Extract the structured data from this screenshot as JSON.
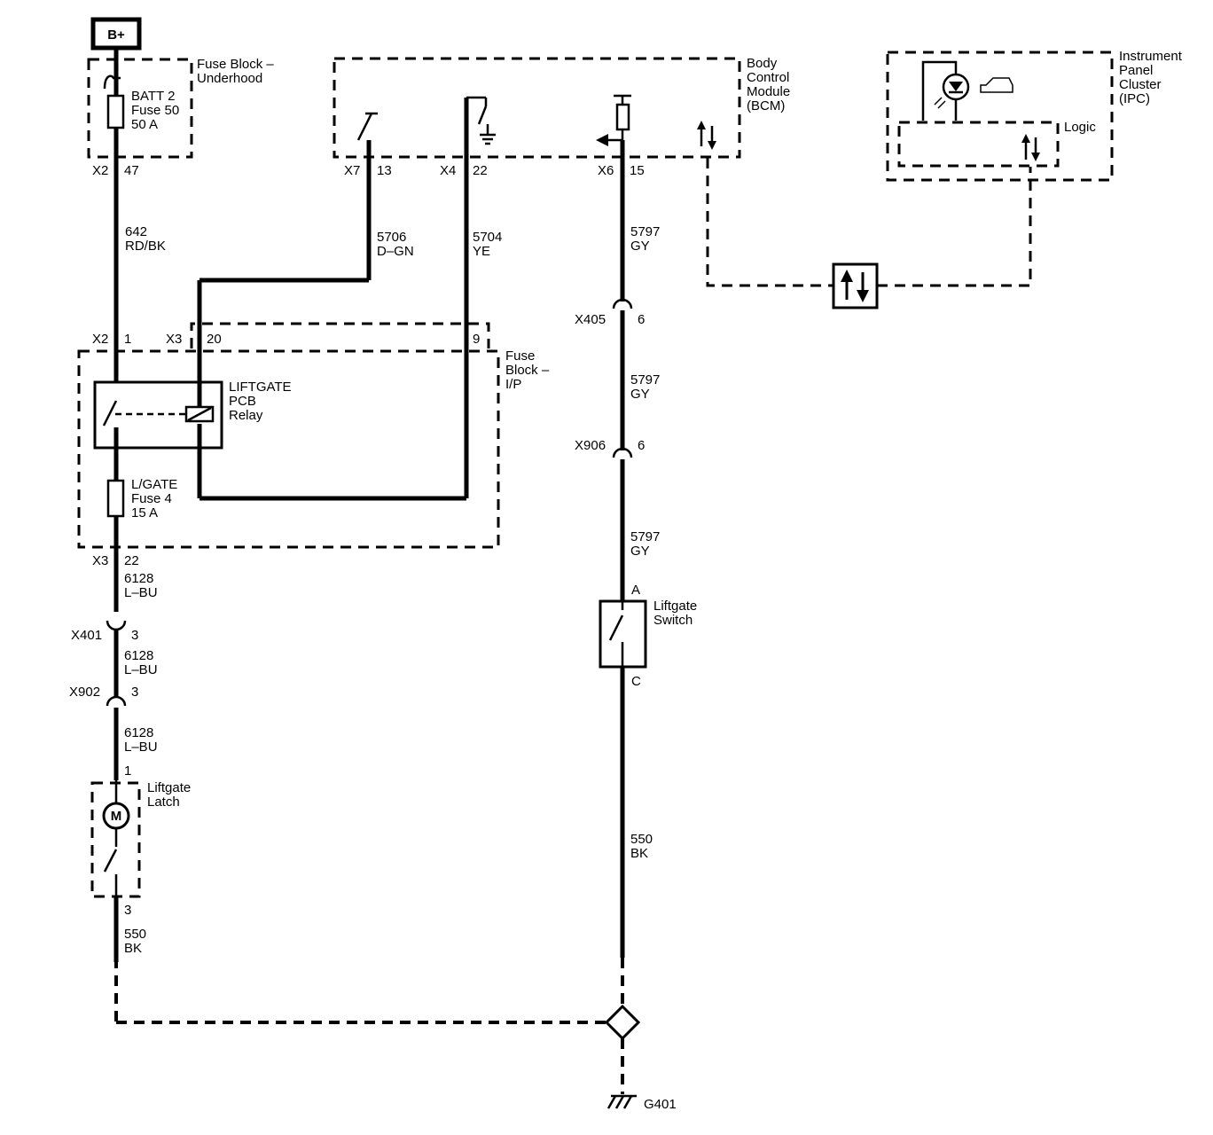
{
  "power": {
    "label": "B+"
  },
  "fuse_block_underhood": {
    "title": [
      "Fuse Block –",
      "Underhood"
    ],
    "fuse": [
      "BATT 2",
      "Fuse 50",
      "50 A"
    ],
    "connector": "X2",
    "pin": "47"
  },
  "bcm": {
    "title": [
      "Body",
      "Control",
      "Module",
      "(BCM)"
    ],
    "pins": [
      {
        "connector": "X7",
        "pin": "13"
      },
      {
        "connector": "X4",
        "pin": "22"
      },
      {
        "connector": "X6",
        "pin": "15"
      }
    ]
  },
  "ipc": {
    "title": [
      "Instrument",
      "Panel",
      "Cluster",
      "(IPC)"
    ],
    "logic_label": "Logic"
  },
  "wires": {
    "w642": [
      "642",
      "RD/BK"
    ],
    "w5706": [
      "5706",
      "D–GN"
    ],
    "w5704": [
      "5704",
      "YE"
    ],
    "w5797_a": [
      "5797",
      "GY"
    ],
    "w5797_b": [
      "5797",
      "GY"
    ],
    "w5797_c": [
      "5797",
      "GY"
    ],
    "w6128_a": [
      "6128",
      "L–BU"
    ],
    "w6128_b": [
      "6128",
      "L–BU"
    ],
    "w6128_c": [
      "6128",
      "L–BU"
    ],
    "w550_right": [
      "550",
      "BK"
    ],
    "w550_left": [
      "550",
      "BK"
    ]
  },
  "fuse_block_ip": {
    "title": [
      "Fuse",
      "Block –",
      "I/P"
    ],
    "x2_connector": "X2",
    "x2_pin": "1",
    "x3_connector": "X3",
    "x3_pin_a": "20",
    "x3_pin_b": "9",
    "relay": [
      "LIFTGATE",
      "PCB",
      "Relay"
    ],
    "fuse": [
      "L/GATE",
      "Fuse 4",
      "15 A"
    ],
    "out_connector": "X3",
    "out_pin": "22"
  },
  "inline_connectors": {
    "x405": {
      "name": "X405",
      "pin": "6"
    },
    "x906": {
      "name": "X906",
      "pin": "6"
    },
    "x401": {
      "name": "X401",
      "pin": "3"
    },
    "x902": {
      "name": "X902",
      "pin": "3"
    }
  },
  "liftgate_switch": {
    "title": [
      "Liftgate",
      "Switch"
    ],
    "pin_top": "A",
    "pin_bottom": "C"
  },
  "liftgate_latch": {
    "title": [
      "Liftgate",
      "Latch"
    ],
    "pin_top": "1",
    "pin_bottom": "3",
    "motor": "M"
  },
  "ground": {
    "label": "G401"
  }
}
